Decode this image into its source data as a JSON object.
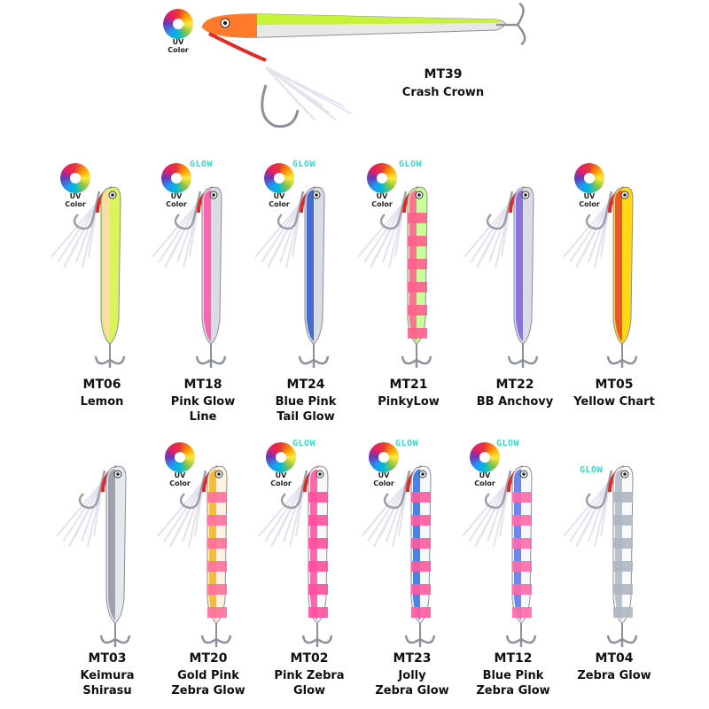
{
  "badges": {
    "uv": "UV\nColor",
    "glow": "GLOW"
  },
  "hero": {
    "code": "MT39",
    "name": "Crash Crown",
    "uv": true,
    "glow": false,
    "colors": [
      "#ff7a2a",
      "#c7f23a",
      "#e8e8e8"
    ]
  },
  "row1": [
    {
      "code": "MT06",
      "name": "Lemon",
      "uv": true,
      "glow": false,
      "colors": [
        "#ffd8b0",
        "#d8f55a",
        "#fff4d6"
      ]
    },
    {
      "code": "MT18",
      "name": "Pink Glow\nLine",
      "uv": true,
      "glow": true,
      "colors": [
        "#ff4fa8",
        "#d9dde3",
        "#ff76b8"
      ]
    },
    {
      "code": "MT24",
      "name": "Blue Pink\nTail Glow",
      "uv": true,
      "glow": true,
      "colors": [
        "#2c58c8",
        "#d8dde5",
        "#ff74b5"
      ]
    },
    {
      "code": "MT21",
      "name": "PinkyLow",
      "uv": true,
      "glow": true,
      "colors": [
        "#ff5f8f",
        "#c8ff9a",
        "#ff5f8f"
      ]
    },
    {
      "code": "MT22",
      "name": "BB Anchovy",
      "uv": false,
      "glow": false,
      "colors": [
        "#7b5fd8",
        "#d7dce6",
        "#8fd8f0"
      ]
    },
    {
      "code": "MT05",
      "name": "Yellow Chart",
      "uv": true,
      "glow": false,
      "colors": [
        "#e0452a",
        "#ffd81a",
        "#d7ef3a"
      ]
    }
  ],
  "row2": [
    {
      "code": "MT03",
      "name": "Keimura\nShirasu",
      "uv": false,
      "glow": false,
      "colors": [
        "#8f97a3",
        "#e5e9ee",
        "#c6ced7"
      ]
    },
    {
      "code": "MT20",
      "name": "Gold Pink\nZebra Glow",
      "uv": true,
      "glow": false,
      "colors": [
        "#f2b21d",
        "#fff3e0",
        "#ff6f9f"
      ]
    },
    {
      "code": "MT02",
      "name": "Pink Zebra\nGlow",
      "uv": true,
      "glow": true,
      "colors": [
        "#ff4f9c",
        "#f6f8fb",
        "#ff4f9c"
      ]
    },
    {
      "code": "MT23",
      "name": "Jolly\nZebra Glow",
      "uv": true,
      "glow": true,
      "colors": [
        "#2a6fe0",
        "#f4f8ff",
        "#ff5a9d"
      ]
    },
    {
      "code": "MT12",
      "name": "Blue Pink\nZebra Glow",
      "uv": true,
      "glow": true,
      "colors": [
        "#5574e8",
        "#f5f8ff",
        "#ff69a8"
      ]
    },
    {
      "code": "MT04",
      "name": "Zebra Glow",
      "uv": false,
      "glow": true,
      "colors": [
        "#aeb6c1",
        "#f8fafc",
        "#aeb6c1"
      ]
    }
  ]
}
